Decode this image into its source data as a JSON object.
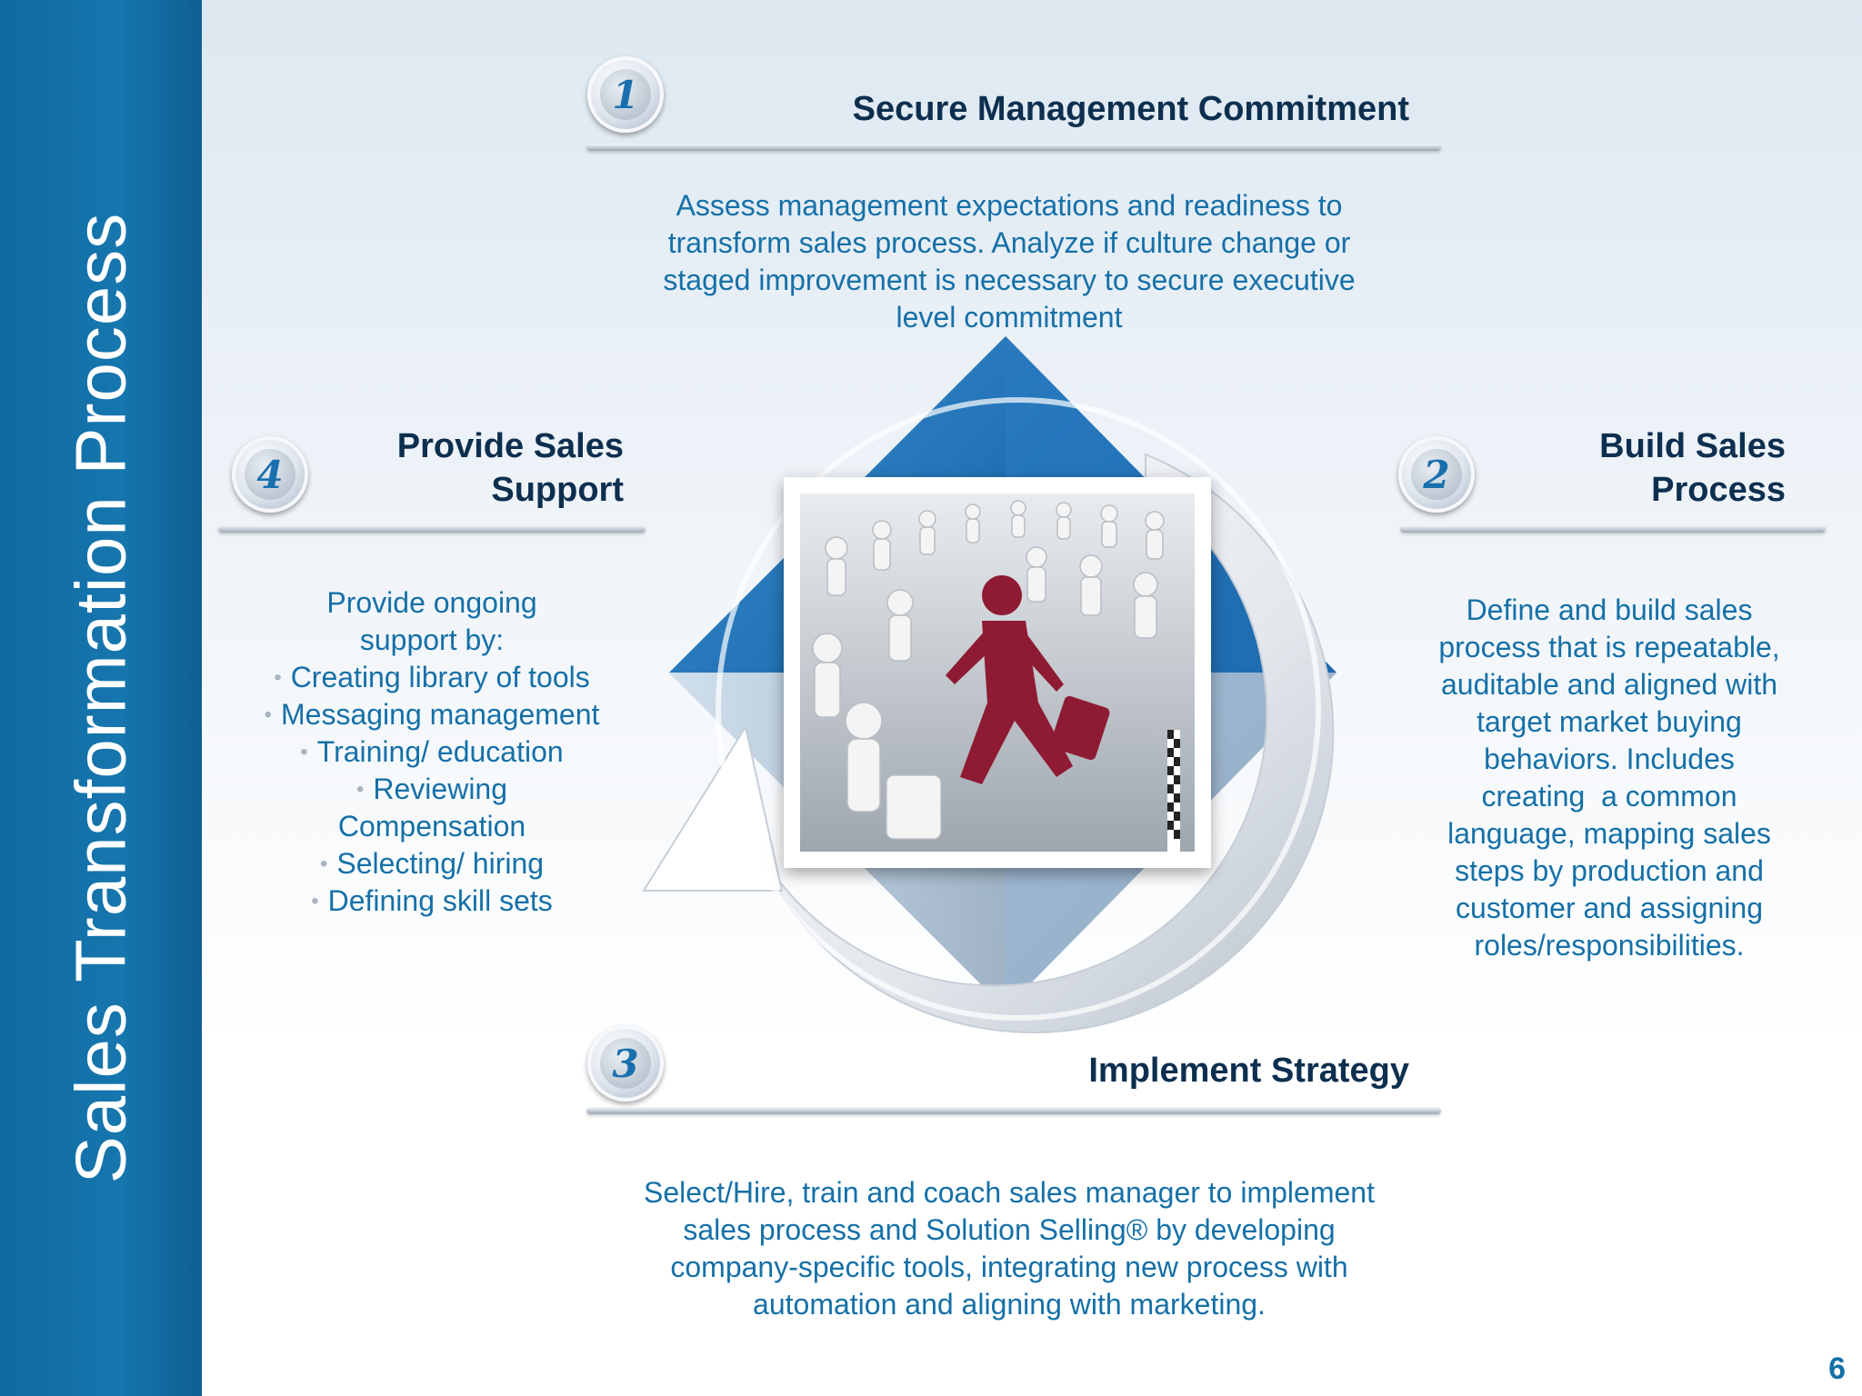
{
  "sidebar": {
    "title": "Sales Transformation Process"
  },
  "steps": [
    {
      "number": "1",
      "title": "Secure Management Commitment",
      "description": "Assess management expectations and readiness to transform sales process. Analyze if culture change or staged improvement is necessary to secure executive level commitment",
      "description_lines": [
        "Assess management expectations and readiness to",
        "transform sales process. Analyze if culture change or",
        "staged improvement is necessary to secure executive",
        "level commitment"
      ]
    },
    {
      "number": "2",
      "title_lines": [
        "Build Sales",
        "Process"
      ],
      "description_lines": [
        "Define and build sales",
        "process that is repeatable,",
        "auditable and aligned with",
        "target market buying",
        "behaviors. Includes",
        "creating  a common",
        "language, mapping sales",
        "steps by production and",
        "customer and assigning",
        "roles/responsibilities."
      ]
    },
    {
      "number": "3",
      "title": "Implement Strategy",
      "description_lines": [
        "Select/Hire, train and coach sales manager to implement",
        "sales process and Solution Selling® by developing",
        "company-specific tools, integrating new process with",
        "automation and aligning with marketing."
      ]
    },
    {
      "number": "4",
      "title_lines": [
        "Provide Sales",
        "Support"
      ],
      "intro_lines": [
        "Provide ongoing",
        "support by:"
      ],
      "bullets": [
        "Creating library of tools",
        "Messaging management",
        "Training/ education",
        "Reviewing",
        "Selecting/ hiring",
        "Defining skill sets"
      ],
      "bullet_continuation": "Compensation"
    }
  ],
  "page_number": "6",
  "colors": {
    "sidebar": "#1570a8",
    "heading": "#0d2f4f",
    "body_text": "#1570a8",
    "accent_red": "#8e1b33"
  }
}
